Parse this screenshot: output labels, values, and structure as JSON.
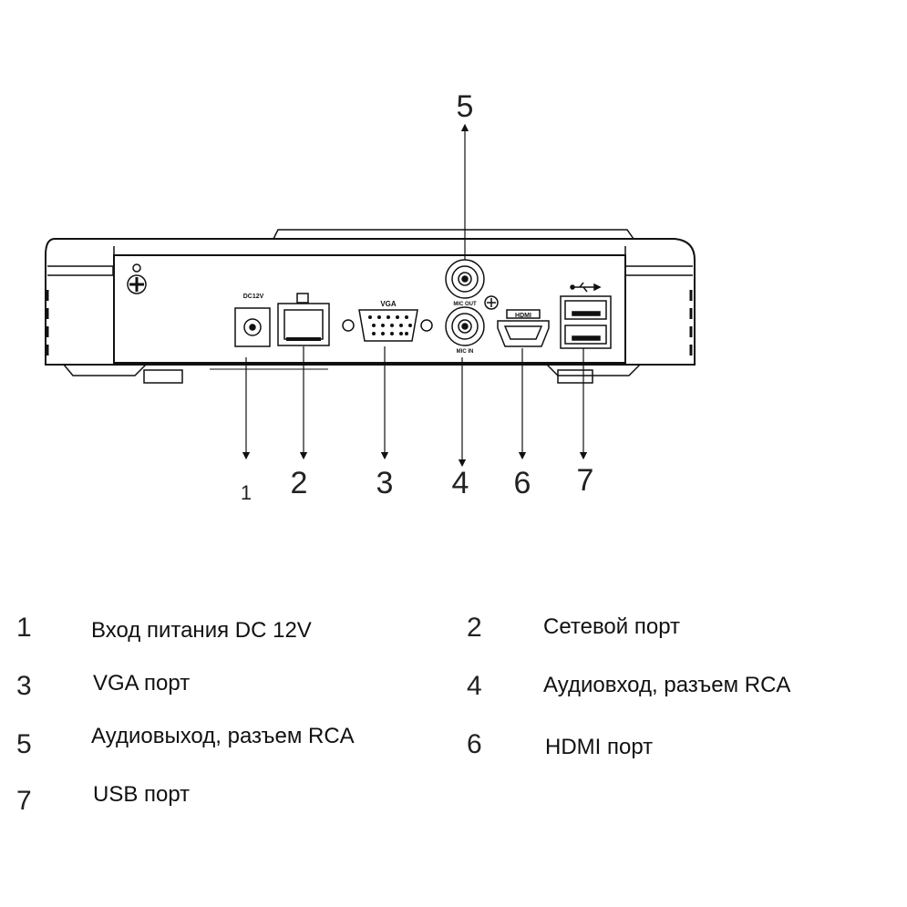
{
  "device_labels": {
    "dc": "DC12V",
    "vga": "VGA",
    "mic_out": "MIC OUT",
    "mic_in": "MIC IN",
    "hdmi": "HDMI"
  },
  "callouts": [
    "1",
    "2",
    "3",
    "4",
    "5",
    "6",
    "7"
  ],
  "legend": [
    {
      "num": "1",
      "text": "Вход питания DC 12V"
    },
    {
      "num": "2",
      "text": "Сетевой порт"
    },
    {
      "num": "3",
      "text": "VGA порт"
    },
    {
      "num": "4",
      "text": "Аудиовход, разъем RCA"
    },
    {
      "num": "5",
      "text": "Аудиовыход, разъем RCA"
    },
    {
      "num": "6",
      "text": "HDMI порт"
    },
    {
      "num": "7",
      "text": "USB порт"
    }
  ]
}
